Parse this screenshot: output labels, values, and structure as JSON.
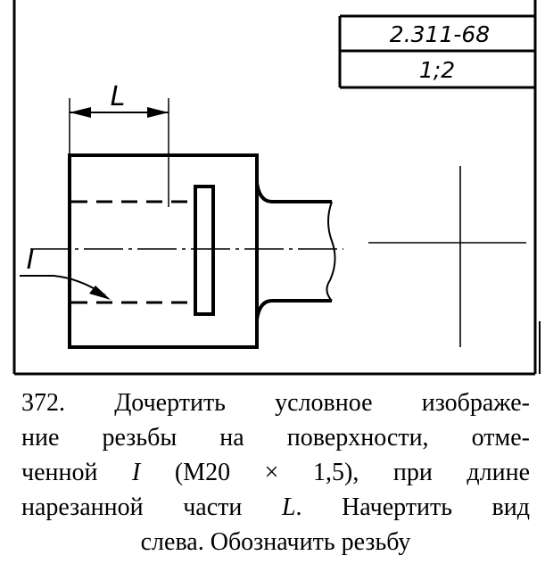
{
  "stamp": {
    "standard": "2.311-68",
    "scale": "1;2"
  },
  "drawing": {
    "dimension_label": "L",
    "leader_label": "I"
  },
  "caption": {
    "number": "372.",
    "line1": "Дочертить условное изображе-",
    "line2": "ние резьбы на поверхности, отме-",
    "line3_a": "ченной",
    "line3_i": "I",
    "line3_b": "(M20 × 1,5), при длине",
    "line4_a": "нарезанной части",
    "line4_L": "L",
    "line4_b": ". Начертить вид",
    "line5": "слева. Обозначить резьбу"
  }
}
